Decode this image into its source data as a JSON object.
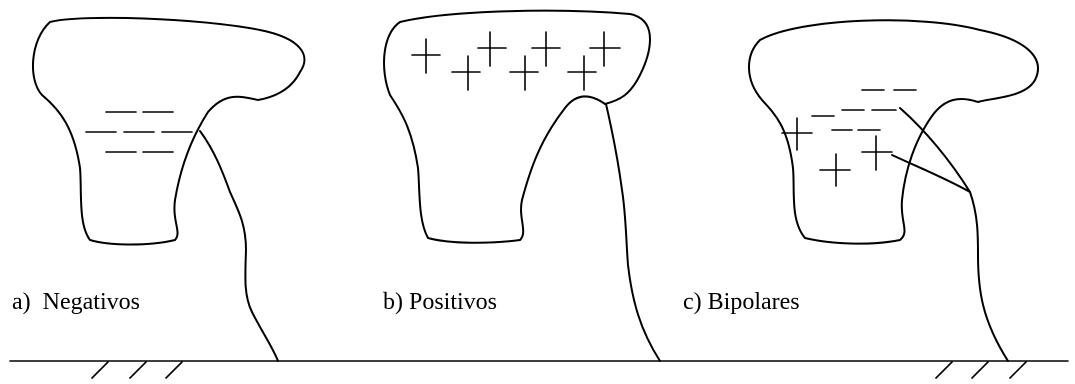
{
  "panels": [
    {
      "id": "a",
      "label": "a)  Negativos",
      "charges": "negative"
    },
    {
      "id": "b",
      "label": "b) Positivos",
      "charges": "positive"
    },
    {
      "id": "c",
      "label": "c) Bipolares",
      "charges": "bipolar"
    }
  ],
  "colors": {
    "line": "#000000",
    "background": "#ffffff"
  }
}
